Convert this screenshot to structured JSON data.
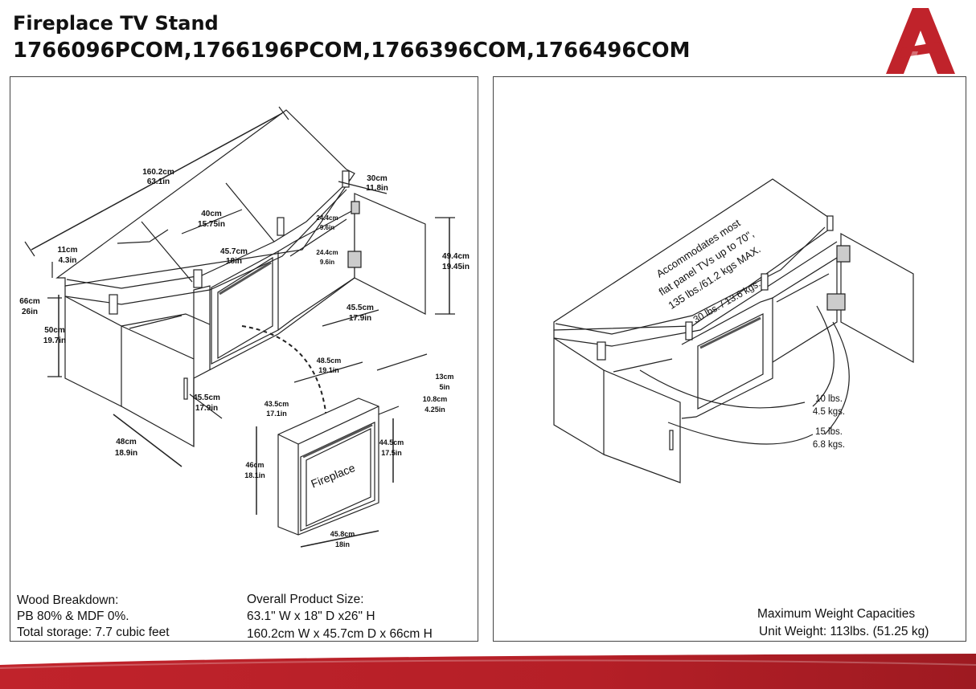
{
  "header": {
    "title": "Fireplace TV Stand",
    "models": "1766096PCOM,1766196PCOM,1766396COM,1766496COM"
  },
  "logo": {
    "icon": "ameriwood-a-logo-icon",
    "color": "#c0232b"
  },
  "colors": {
    "brand_red": "#c0232b",
    "line": "#222222"
  },
  "left_panel": {
    "dimensions": {
      "overall_width_cm": "160.2cm",
      "overall_width_in": "63.1in",
      "top_depth_cm": "30cm",
      "top_depth_in": "11.8in",
      "center_top_cm": "40cm",
      "center_top_in": "15.75in",
      "upper_shelf_cm": "11cm",
      "upper_shelf_in": "4.3in",
      "center_opening_cm": "45.7cm",
      "center_opening_in": "18in",
      "hinge_top_cm": "24.4cm",
      "hinge_top_in": "9.6in",
      "hinge_bottom_cm": "24.4cm",
      "hinge_bottom_in": "9.6in",
      "overall_height_cm": "66cm",
      "overall_height_in": "26in",
      "lower_height_cm": "50cm",
      "lower_height_in": "19.7in",
      "door_height_cm": "49.4cm",
      "door_height_in": "19.45in",
      "door_width_cm": "45.5cm",
      "door_width_in": "17.9in",
      "side_depth_cm": "45.5cm",
      "side_depth_in": "17.9in",
      "base_width_cm": "48cm",
      "base_width_in": "18.9in"
    },
    "fireplace": {
      "label": "Fireplace",
      "top_width_cm": "48.5cm",
      "top_width_in": "19.1in",
      "opening_width_cm": "43.5cm",
      "opening_width_in": "17.1in",
      "depth_cm": "13cm",
      "depth_in": "5in",
      "inset_cm": "10.8cm",
      "inset_in": "4.25in",
      "height_cm": "46cm",
      "height_in": "18.1in",
      "inner_height_cm": "44.5cm",
      "inner_height_in": "17.5in",
      "bottom_width_cm": "45.8cm",
      "bottom_width_in": "18in"
    },
    "wood_breakdown": {
      "heading": "Wood Breakdown:",
      "composition": "PB 80% & MDF 0%.",
      "storage": "Total storage: 7.7 cubic feet"
    },
    "overall_size": {
      "heading": "Overall Product Size:",
      "imperial": "63.1\" W x 18\" D x26\" H",
      "metric": "160.2cm W x 45.7cm D x 66cm H"
    }
  },
  "right_panel": {
    "tv_capacity": {
      "line1": "Accommodates most",
      "line2": "flat panel TVs up to 70\",",
      "line3": "135 lbs./61.2 kgs MAX."
    },
    "center_shelf": "30 lbs. / 13.6 kgs.",
    "side_shelf_lbs": "10 lbs.",
    "side_shelf_kgs": "4.5 kgs.",
    "bottom_shelf_lbs": "15 lbs.",
    "bottom_shelf_kgs": "6.8 kgs.",
    "max_weight": {
      "heading": "Maximum Weight Capacities",
      "unit_weight": "Unit Weight: 113lbs. (51.25 kg)"
    }
  }
}
